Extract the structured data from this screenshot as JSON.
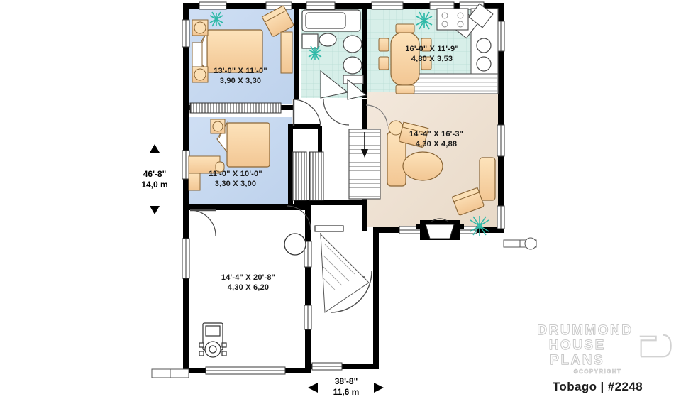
{
  "document": {
    "type": "floor-plan",
    "plan_name": "Tobago",
    "plan_number": "#2248",
    "title_line": "Tobago | #2248"
  },
  "branding": {
    "line1": "DRUMMOND",
    "line2": "HOUSE PLANS",
    "copyright": "©COPYRIGHT"
  },
  "overall_dimensions": {
    "width": {
      "imperial": "38'-8\"",
      "metric": "11,6 m"
    },
    "depth": {
      "imperial": "46'-8\"",
      "metric": "14,0 m"
    }
  },
  "rooms": [
    {
      "id": "master-bedroom",
      "imperial": "13'-0\" X 11'-0\"",
      "metric": "3,90 X 3,30"
    },
    {
      "id": "dining-kitchen",
      "imperial": "16'-0\" X 11'-9\"",
      "metric": "4,80 X 3,53"
    },
    {
      "id": "living-room",
      "imperial": "14'-4\" X 16'-3\"",
      "metric": "4,30 X 4,88"
    },
    {
      "id": "bedroom-2",
      "imperial": "11'-0\" X 10'-0\"",
      "metric": "3,30 X 3,00"
    },
    {
      "id": "garage",
      "imperial": "14'-4\" X 20'-8\"",
      "metric": "4,30 X 6,20"
    }
  ],
  "colors": {
    "wall": "#000000",
    "bedroom_floor": "#c5d6ef",
    "bath_kitchen_floor": "#d4eee9",
    "living_floor": "#efe3d6",
    "furniture": "#f5cf9d",
    "furniture_line": "#8a6535",
    "plant": "#2fb9a8",
    "paper": "#ffffff"
  }
}
